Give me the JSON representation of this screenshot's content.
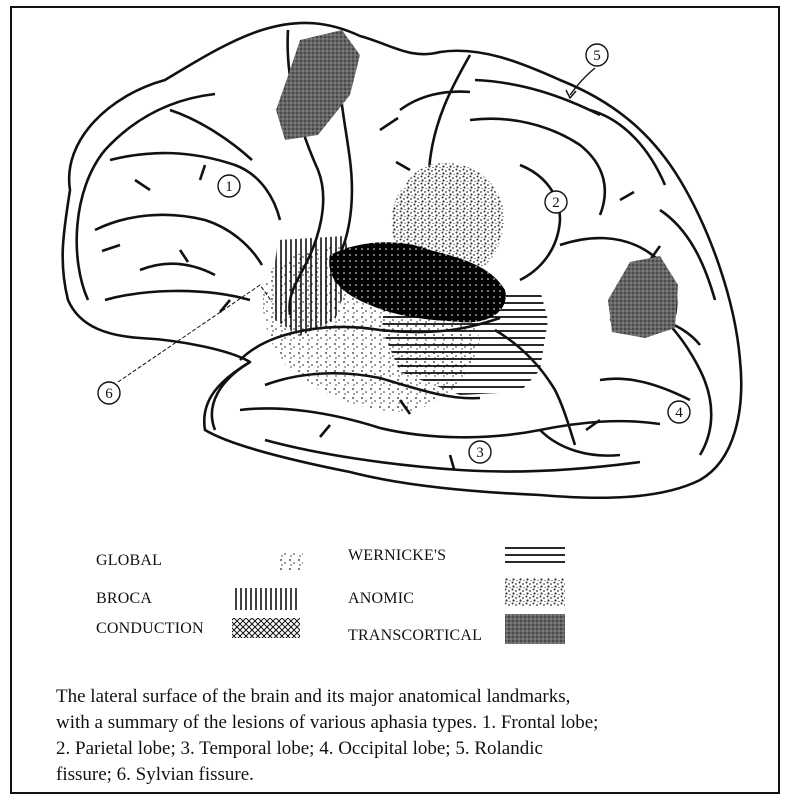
{
  "landmarks": [
    "1",
    "2",
    "3",
    "4",
    "5",
    "6"
  ],
  "legend": {
    "global": "GLOBAL",
    "broca": "BROCA",
    "conduction": "CONDUCTION",
    "wernicke": "WERNICKE'S",
    "anomic": "ANOMIC",
    "transcortical": "TRANSCORTICAL"
  },
  "caption": {
    "line1": "The lateral surface of the brain and its major anatomical landmarks,",
    "line2": "with a summary of the lesions of various aphasia types. 1. Frontal lobe;",
    "line3": "2. Parietal lobe; 3. Temporal lobe; 4. Occipital lobe; 5. Rolandic",
    "line4": "fissure; 6. Sylvian fissure."
  }
}
